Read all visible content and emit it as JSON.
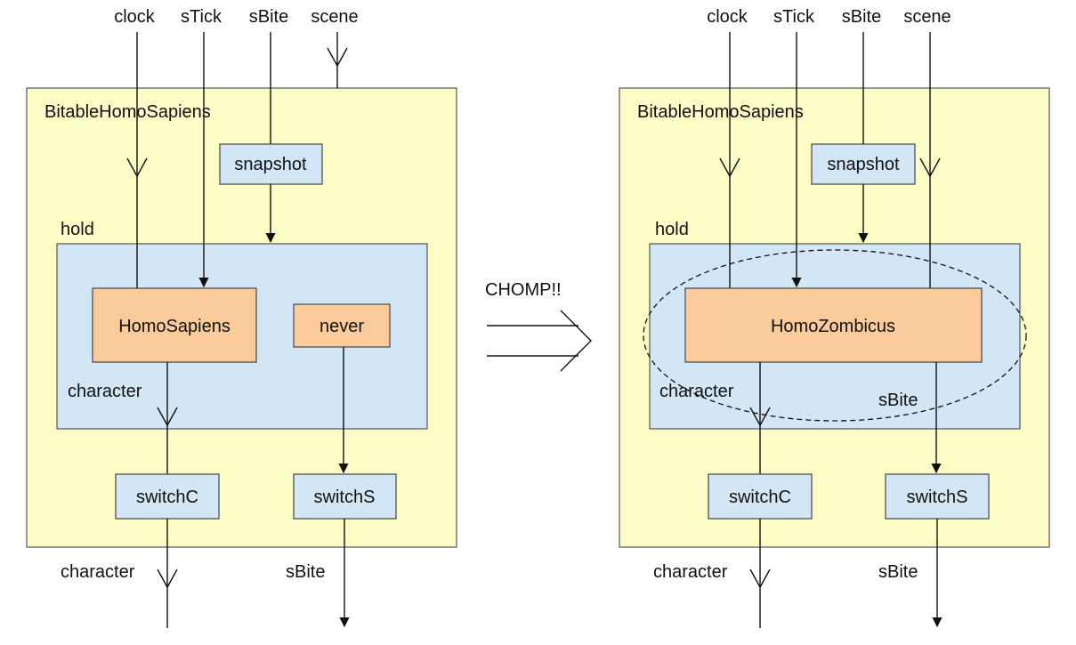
{
  "inputs": {
    "clock": "clock",
    "sTick": "sTick",
    "sBite": "sBite",
    "scene": "scene"
  },
  "left": {
    "title": "BitableHomoSapiens",
    "snapshot": "snapshot",
    "hold": "hold",
    "character_node": "HomoSapiens",
    "never": "never",
    "character_label": "character",
    "switchC": "switchC",
    "switchS": "switchS",
    "out_character": "character",
    "out_sBite": "sBite"
  },
  "transition": {
    "label": "CHOMP!!"
  },
  "right": {
    "title": "BitableHomoSapiens",
    "snapshot": "snapshot",
    "hold": "hold",
    "character_node": "HomoZombicus",
    "character_label": "character",
    "sBite_label": "sBite",
    "switchC": "switchC",
    "switchS": "switchS",
    "out_character": "character",
    "out_sBite": "sBite"
  }
}
